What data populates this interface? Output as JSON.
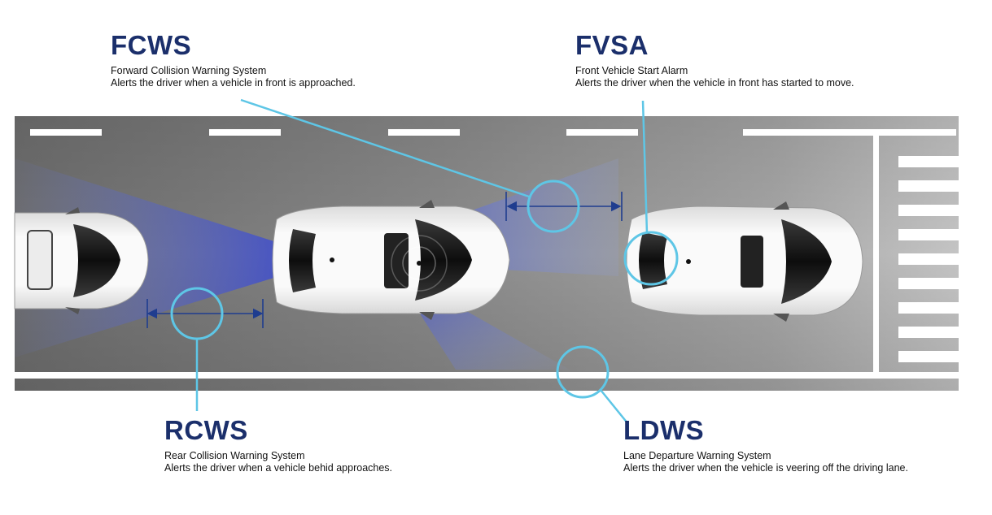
{
  "callouts": {
    "fcws": {
      "acronym": "FCWS",
      "name": "Forward Collision Warning System",
      "description": "Alerts the driver when a vehicle in front is approached."
    },
    "fvsa": {
      "acronym": "FVSA",
      "name": "Front Vehicle Start Alarm",
      "description": "Alerts the driver when the vehicle in front has started to move."
    },
    "rcws": {
      "acronym": "RCWS",
      "name": "Rear Collision Warning System",
      "description": "Alerts the driver when a vehicle behid approaches."
    },
    "ldws": {
      "acronym": "LDWS",
      "name": "Lane Departure Warning System",
      "description": "Alerts the driver when the vehicle is veering off the driving lane."
    }
  },
  "colors": {
    "title": "#1b2f6b",
    "highlight_circle": "#5ec6e6",
    "leader_line": "#5ec6e6",
    "distance_arrow": "#1f3d8f",
    "sensor_beam": "#2a3fd6",
    "road": "#8e8e8e",
    "lane_marking": "#ffffff",
    "car_body": "#f2f2f2"
  }
}
